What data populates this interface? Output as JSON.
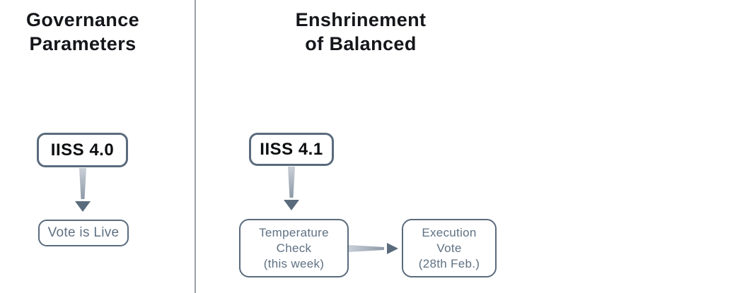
{
  "left_column": {
    "heading": "Governance\nParameters",
    "nodes": {
      "iiss_4_0": {
        "label": "IISS 4.0"
      },
      "vote_is_live": {
        "label": "Vote is Live"
      }
    }
  },
  "right_column": {
    "heading": "Enshrinement\nof Balanced",
    "nodes": {
      "iiss_4_1": {
        "label": "IISS 4.1"
      },
      "temperature_check": {
        "label": "Temperature\nCheck\n(this week)"
      },
      "execution_vote": {
        "label": "Execution\nVote\n(28th Feb.)"
      }
    }
  },
  "icons": {
    "down_arrow": "arrow-down-icon",
    "right_arrow": "arrow-right-icon"
  },
  "colors": {
    "background": "#ffffff",
    "divider": "#9aa0a8",
    "heading_text": "#14161a",
    "primary_node_text": "#0b0d0f",
    "secondary_node_text": "#5f7183",
    "node_border": "#5a6b7d",
    "arrow_head": "#5a6b7d",
    "arrow_shaft_start": "#c9cfd7",
    "arrow_shaft_end": "#8e9aa8"
  }
}
